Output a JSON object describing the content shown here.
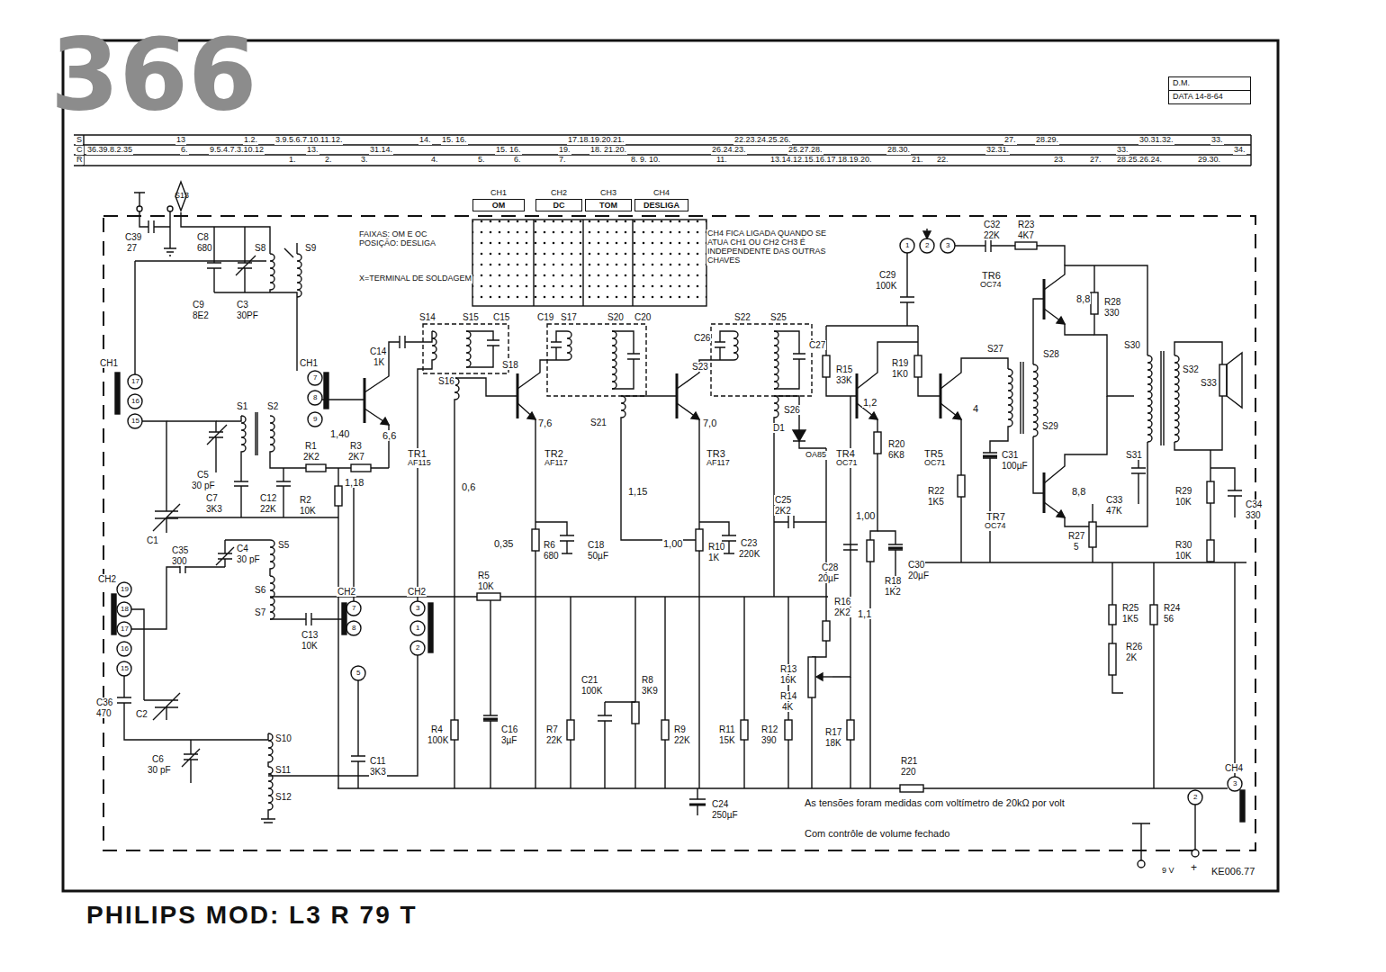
{
  "diagram": {
    "title": "PHILIPS MOD: L3 R 79 T",
    "nodes": [
      {
        "text": [
          "D.M.",
          "DATA 14-8-64"
        ]
      },
      {
        "text": [
          "S13"
        ]
      },
      {
        "text": [
          "CH1",
          "OM"
        ]
      },
      {
        "text": [
          "CH2",
          "DC"
        ]
      },
      {
        "text": [
          "CH3",
          "TOM"
        ]
      },
      {
        "text": [
          "CH4",
          "DESLIGA"
        ]
      }
    ],
    "labels": [
      "S",
      "C",
      "R",
      "13",
      "1.2.",
      "3.9.5.6.7.10.11.12.",
      "14.",
      "15. 16.",
      "17.18.19.20.21.",
      "22.23.24.25.26.",
      "27.",
      "28.29.",
      "30.31.32.",
      "33.",
      "36.39.8.2.35",
      "6.",
      "9.5.4.7.3.10.12",
      "13.",
      "31.14.",
      "15. 16.",
      "19.",
      "18. 21.20.",
      "26.24.23.",
      "25.27.28.",
      "28.30.",
      "32.31.",
      "33.",
      "34.",
      "1.",
      "2.",
      "3.",
      "4.",
      "5.",
      "6.",
      "7.",
      "8. 9. 10.",
      "11.",
      "13.14.12.15.16.17.18.19.20.",
      "21.",
      "22.",
      "23.",
      "27.",
      "28.25.26.24.",
      "29.30.",
      "366",
      "C39",
      "27",
      "C8",
      "680",
      "S8",
      "S9",
      "C9",
      "8E2",
      "C3",
      "30PF",
      "CH1",
      "17",
      "16",
      "15",
      "CH1",
      "7",
      "8",
      "9",
      "S1",
      "S2",
      "C5",
      "30 pF",
      "C7",
      "3K3",
      "C12",
      "22K",
      "R1",
      "2K2",
      "R3",
      "2K7",
      "R2",
      "10K",
      "1,40",
      "6,6",
      "1,18",
      "TR1",
      "AF115",
      "C14",
      "1K",
      "S14",
      "S15",
      "C15",
      "S16",
      "C1",
      "0,6",
      "0,35",
      "R6",
      "680",
      "C18",
      "50µF",
      "TR2",
      "AF117",
      "7,6",
      "S18",
      "C19",
      "S17",
      "S20",
      "C20",
      "S21",
      "1,15",
      "1,00",
      "R10",
      "1K",
      "C23",
      "220K",
      "TR3",
      "AF117",
      "7,0",
      "C26",
      "S22",
      "S23",
      "S25",
      "C27",
      "S26",
      "D1",
      "OA85",
      "R15",
      "33K",
      "R19",
      "1K0",
      "1,2",
      "TR4",
      "OC71",
      "R20",
      "6K8",
      "TR5",
      "OC71",
      "4",
      "C29",
      "100K",
      "1",
      "2",
      "3",
      "C32",
      "22K",
      "R23",
      "4K7",
      "TR6",
      "OC74",
      "8,8",
      "R28",
      "330",
      "S27",
      "S28",
      "S29",
      "C31",
      "100µF",
      "R22",
      "1K5",
      "8,8",
      "C33",
      "47K",
      "TR7",
      "OC74",
      "R27",
      "5",
      "S30",
      "S32",
      "S33",
      "S31",
      "R29",
      "10K",
      "C34",
      "330",
      "R30",
      "10K",
      "R25",
      "1K5",
      "R26",
      "2K",
      "R24",
      "56",
      "C25",
      "2K2",
      "C28",
      "20µF",
      "1,00",
      "C30",
      "20µF",
      "R18",
      "1K2",
      "1,1",
      "R16",
      "2K2",
      "R13",
      "16K",
      "R14",
      "4K",
      "R17",
      "18K",
      "R21",
      "220",
      "CH4",
      "3",
      "2",
      "C24",
      "250µF",
      "R11",
      "15K",
      "R12",
      "390",
      "C21",
      "100K",
      "R8",
      "3K9",
      "R9",
      "22K",
      "R7",
      "22K",
      "R4",
      "100K",
      "C16",
      "3µF",
      "R5",
      "10K",
      "CH2",
      "CH2",
      "7",
      "8",
      "5",
      "3",
      "1",
      "2",
      "C35",
      "300",
      "C4",
      "30 pF",
      "S5",
      "S6",
      "S7",
      "C13",
      "10K",
      "CH2",
      "19",
      "18",
      "17",
      "16",
      "15",
      "C2",
      "C36",
      "470",
      "S10",
      "S11",
      "S12",
      "C6",
      "30 pF",
      "C11",
      "3K3",
      "FAIXAS: OM E OC POSIÇÃO: DESLIGA",
      "X=TERMINAL DE SOLDAGEM",
      "CH4 FICA LIGADA QUANDO SE ATUA CH1 OU CH2 CH3 É INDEPENDENTE DAS OUTRAS CHAVES",
      "As tensões foram medidas com voltímetro de 20kΩ por volt",
      "Com contrôle de volume fechado",
      "9 V",
      "+",
      "KE006.77"
    ]
  }
}
